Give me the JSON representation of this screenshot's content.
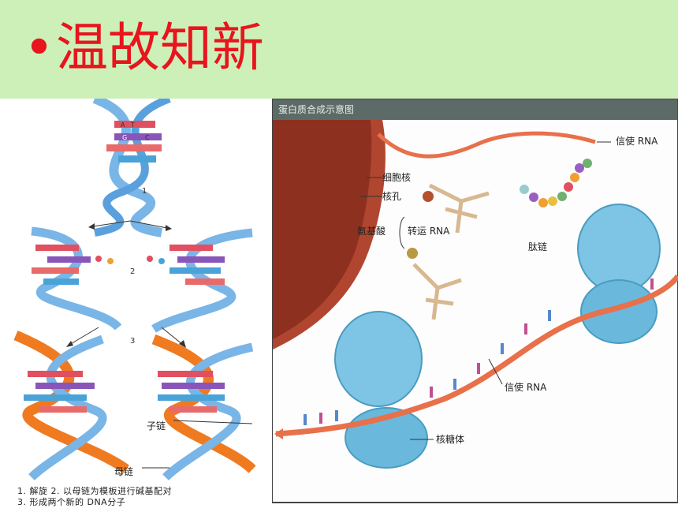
{
  "header": {
    "bullet": "•",
    "title": "温故知新",
    "bg_color": "#cdf0b8",
    "title_color": "#e8141e"
  },
  "dna_replication": {
    "step_labels": [
      "1",
      "2",
      "3"
    ],
    "base_letters": [
      "A",
      "T",
      "G",
      "C"
    ],
    "daughter_strand_label": "子链",
    "parent_strand_label": "母链",
    "caption_line1": "1. 解旋  2. 以母链为模板进行碱基配对",
    "caption_line2": "3. 形成两个新的 DNA分子"
  },
  "protein_synthesis": {
    "title": "蛋白质合成示意图",
    "labels": {
      "mrna_top": "信使 RNA",
      "nucleus": "细胞核",
      "nuclear_pore": "核孔",
      "amino_acid": "氨基酸",
      "trna": "转运 RNA",
      "peptide": "肽链",
      "mrna_bottom": "信使 RNA",
      "ribosome": "核糖体"
    }
  }
}
